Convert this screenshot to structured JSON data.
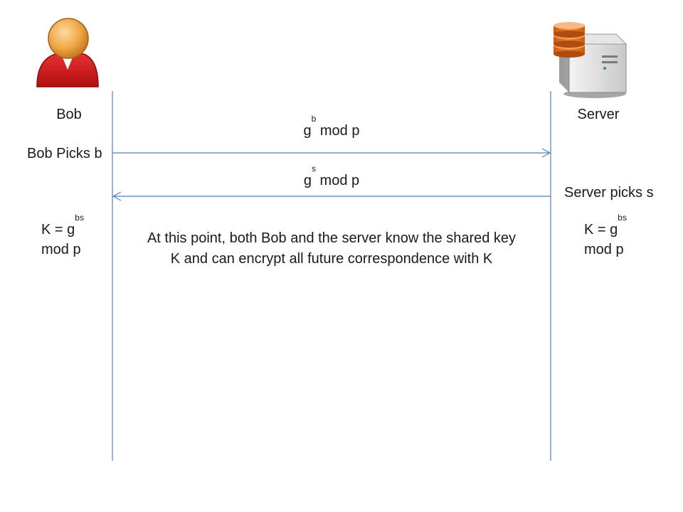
{
  "actors": {
    "left": {
      "name": "Bob",
      "icon": "person-icon",
      "icon_color": "#cc1a1a"
    },
    "right": {
      "name": "Server",
      "icon": "server-icon",
      "icon_color": "#e07020"
    }
  },
  "steps": {
    "bob_pick": "Bob Picks b",
    "server_pick": "Server picks s"
  },
  "messages": [
    {
      "base": "g",
      "exp": "b",
      "rest": " mod p",
      "direction": "right"
    },
    {
      "base": "g",
      "exp": "s",
      "rest": " mod p",
      "direction": "left"
    }
  ],
  "keys": {
    "bob": {
      "prefix": "K = g",
      "exp": "bs",
      "line2": "mod p"
    },
    "server": {
      "prefix": "K = g",
      "exp": "bs",
      "line2": "mod p"
    }
  },
  "note": "At this point, both Bob and the server know the shared key K and can encrypt all future correspondence with K",
  "colors": {
    "lifeline": "#4f81bd",
    "arrow": "#4f81bd"
  }
}
